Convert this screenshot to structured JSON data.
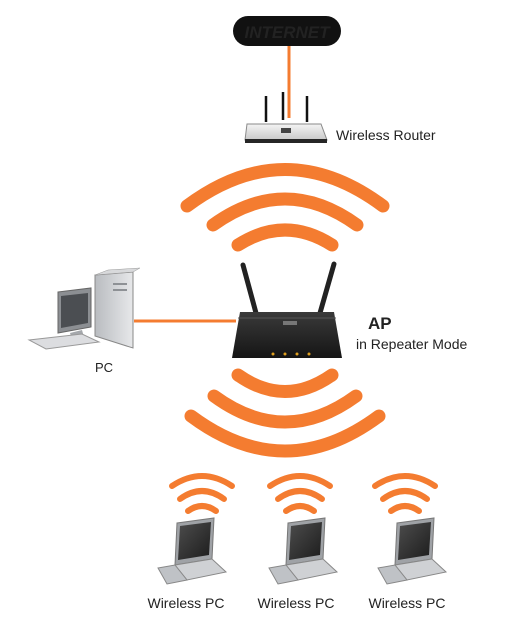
{
  "internet_label": "INTERNET",
  "router_label": "Wireless Router",
  "ap_title": "AP",
  "ap_subtitle": "in Repeater Mode",
  "pc_label": "PC",
  "wireless_pcs": [
    {
      "label": "Wireless PC"
    },
    {
      "label": "Wireless PC"
    },
    {
      "label": "Wireless PC"
    }
  ],
  "colors": {
    "signal": "#f47c30",
    "wire": "#f47c30",
    "ap_title": "#f47c30",
    "device_body": "#2a2a2a",
    "cloud": "#111111"
  }
}
